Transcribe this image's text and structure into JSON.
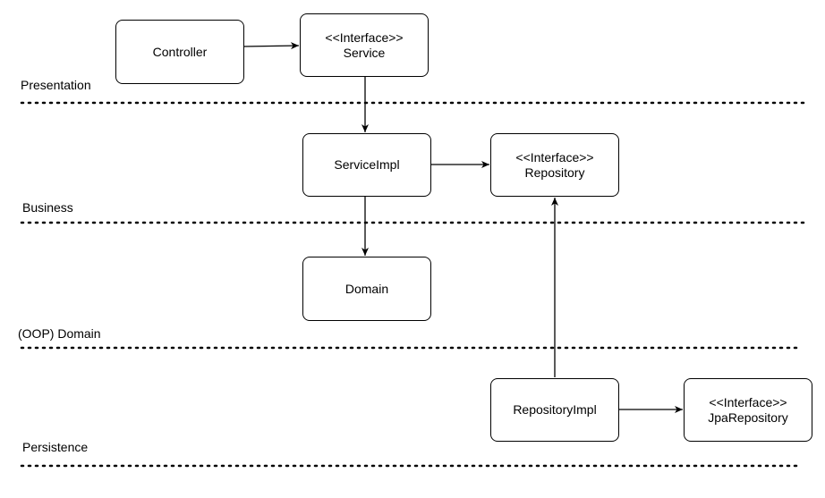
{
  "boxes": {
    "controller": {
      "line1": "Controller"
    },
    "service": {
      "line1": "<<Interface>>",
      "line2": "Service"
    },
    "service_impl": {
      "line1": "ServiceImpl"
    },
    "repository": {
      "line1": "<<Interface>>",
      "line2": "Repository"
    },
    "domain": {
      "line1": "Domain"
    },
    "repository_impl": {
      "line1": "RepositoryImpl"
    },
    "jpa_repository": {
      "line1": "<<Interface>>",
      "line2": "JpaRepository"
    }
  },
  "layers": {
    "presentation": "Presentation",
    "business": "Business",
    "domain": "(OOP) Domain",
    "persistence": "Persistence"
  },
  "style": {
    "line_color": "#000000",
    "background": "#ffffff"
  }
}
